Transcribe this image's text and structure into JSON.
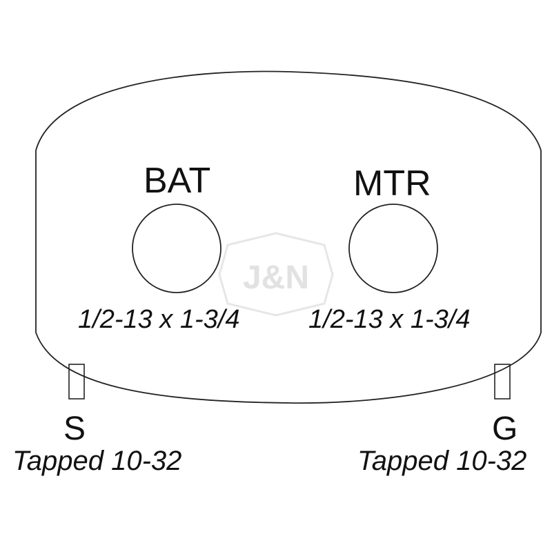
{
  "terminals": {
    "bat": {
      "label": "BAT",
      "thread": "1/2-13 x 1-3/4"
    },
    "mtr": {
      "label": "MTR",
      "thread": "1/2-13 x 1-3/4"
    }
  },
  "pins": {
    "s": {
      "label": "S",
      "spec": "Tapped 10-32"
    },
    "g": {
      "label": "G",
      "spec": "Tapped 10-32"
    }
  },
  "watermark": {
    "text": "J&N",
    "color": "#dcdcdc"
  },
  "colors": {
    "line": "#222222",
    "background": "#ffffff"
  }
}
